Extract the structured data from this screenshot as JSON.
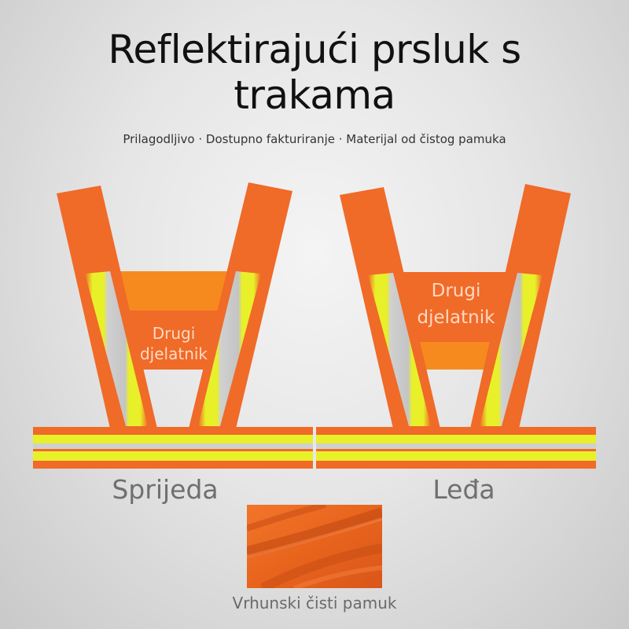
{
  "header": {
    "title_line1": "Reflektirajući prsluk s",
    "title_line2": "trakama",
    "subtitle": "Prilagodljivo · Dostupno fakturiranje · Materijal od čistog pamuka"
  },
  "vests": {
    "front": {
      "label_line1": "Drugi",
      "label_line2": "djelatnik",
      "caption": "Sprijeda"
    },
    "back": {
      "label_line1": "Drugi",
      "label_line2": "djelatnik",
      "caption": "Leđa"
    }
  },
  "fabric": {
    "caption": "Vrhunski čisti pamuk"
  },
  "colors": {
    "orange": "#f06a28",
    "orange_panel": "#f78a1f",
    "yellow": "#e8f02a",
    "silver": "#c8c8c8"
  }
}
